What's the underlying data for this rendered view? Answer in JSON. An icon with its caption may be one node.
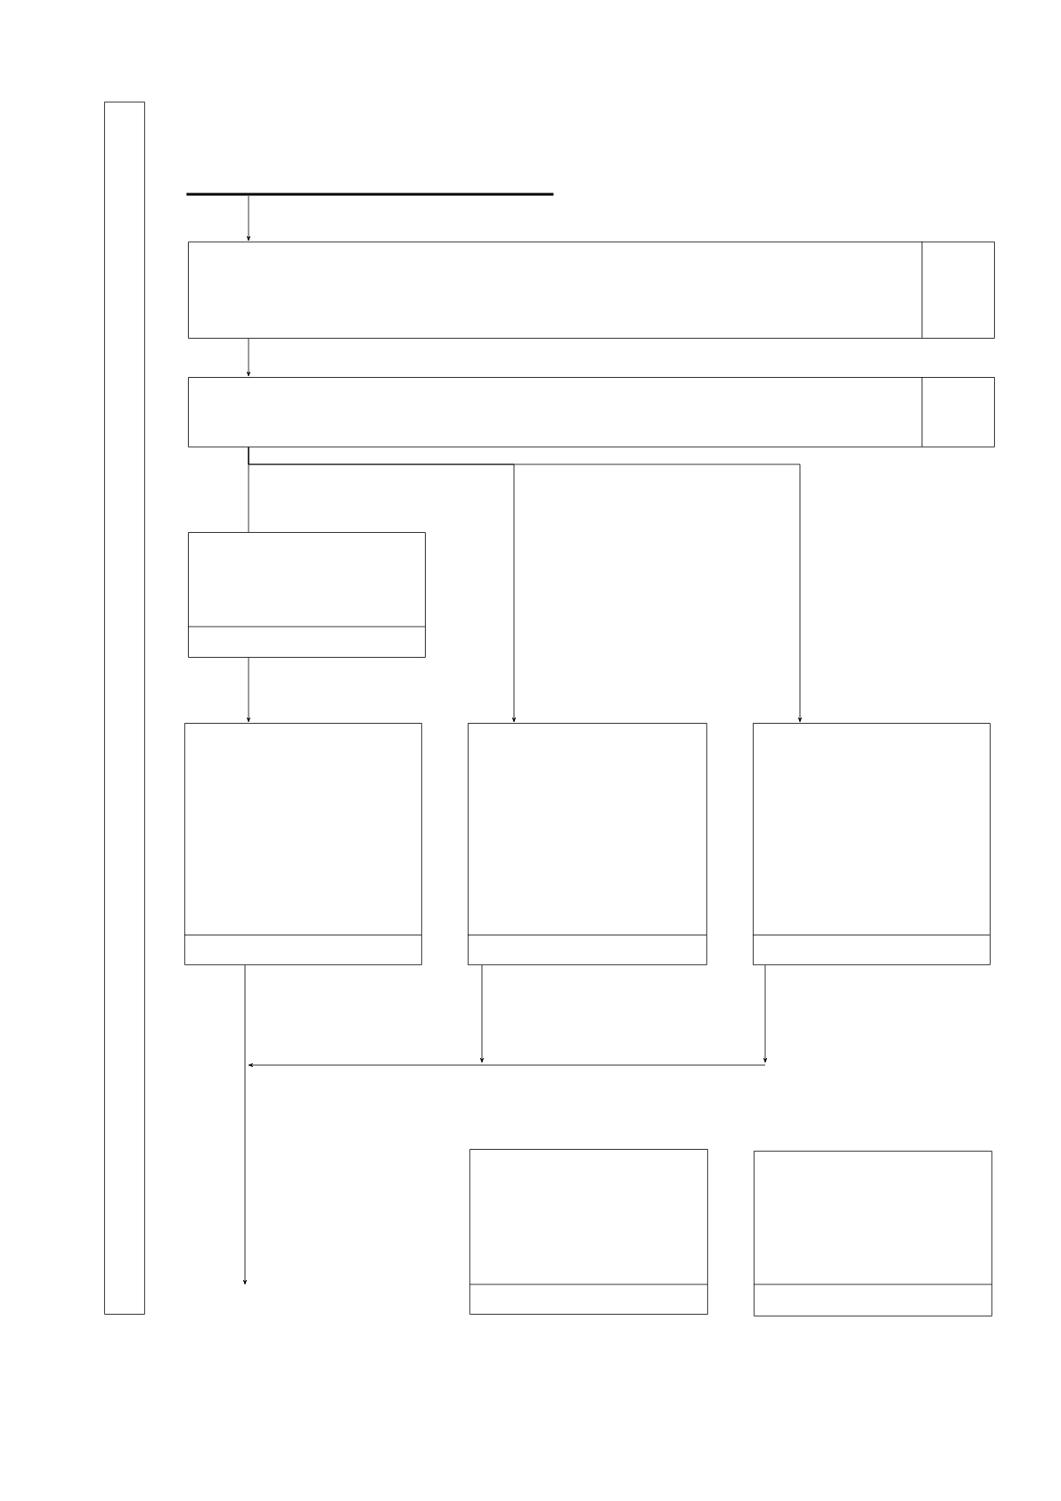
{
  "diagram": {
    "nodes": [
      {
        "text": [],
        "shape": "box"
      },
      {
        "text": [],
        "shape": "bar"
      },
      {
        "text": [],
        "shape": "box"
      },
      {
        "text": [],
        "shape": "box"
      },
      {
        "text": [],
        "shape": "box"
      },
      {
        "text": [],
        "shape": "box"
      },
      {
        "text": [],
        "shape": "box"
      },
      {
        "text": [],
        "shape": "box"
      },
      {
        "text": [],
        "shape": "box"
      },
      {
        "text": [],
        "shape": "box"
      }
    ],
    "edges": [
      {
        "from": 1,
        "to": 2,
        "arrow": "to"
      },
      {
        "from": 2,
        "to": 3,
        "arrow": "to"
      },
      {
        "from": 3,
        "to": 4,
        "arrow": "none"
      },
      {
        "from": 3,
        "to": 6,
        "arrow": "to"
      },
      {
        "from": 3,
        "to": 7,
        "arrow": "to"
      },
      {
        "from": 4,
        "to": 5,
        "arrow": "to"
      },
      {
        "from": 5,
        "to": null,
        "arrow": "to"
      },
      {
        "from": 6,
        "to": null,
        "arrow": "to"
      },
      {
        "from": 7,
        "to": null,
        "arrow": "to"
      }
    ]
  }
}
